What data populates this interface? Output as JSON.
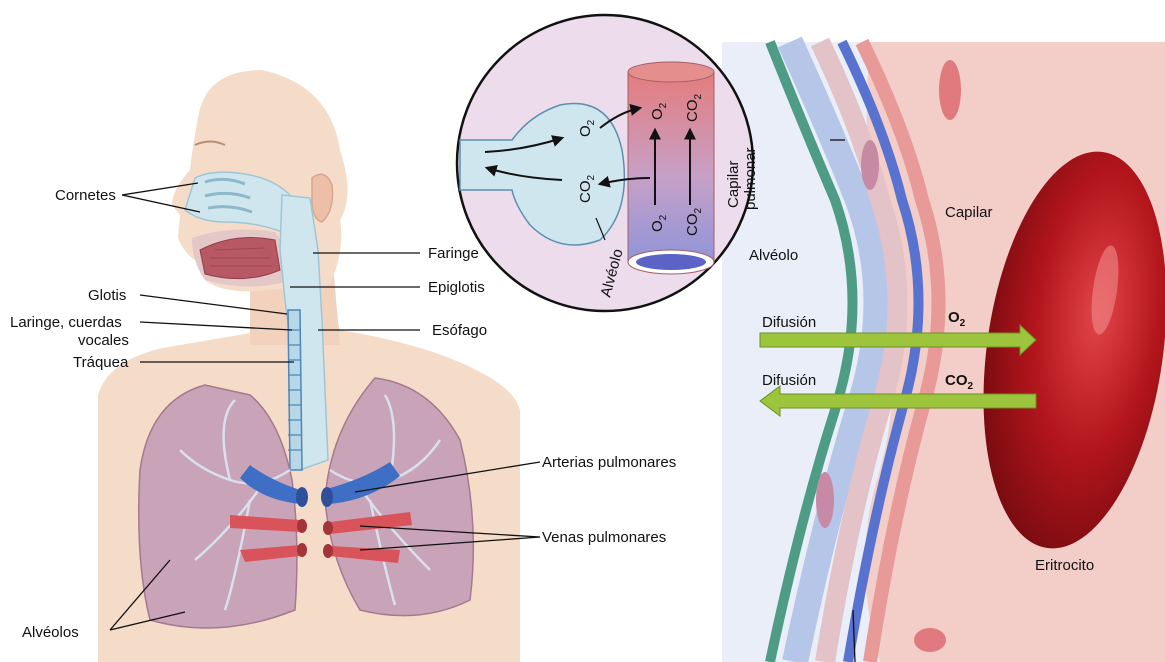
{
  "anatomy_labels": {
    "cornetes": "Cornetes",
    "glotis": "Glotis",
    "laringe_line1": "Laringe, cuerdas",
    "laringe_line2": "vocales",
    "traquea": "Tráquea",
    "faringe": "Faringe",
    "epiglotis": "Epiglotis",
    "esofago": "Esófago",
    "arterias": "Arterias pulmonares",
    "venas": "Venas pulmonares",
    "alveolos": "Alvéolos"
  },
  "inset": {
    "o2_main": "O",
    "o2_sub": "2",
    "co2_main": "CO",
    "co2_sub": "2",
    "capilar_line1": "Capilar",
    "capilar_line2": "pulmonar",
    "alveolo": "Alvéolo"
  },
  "right_panel": {
    "alveolo": "Alvéolo",
    "capilar": "Capilar",
    "eritrocito": "Eritrocito",
    "difusion_1": "Difusión",
    "difusion_2": "Difusión",
    "o2_main": "O",
    "o2_sub": "2",
    "co2_main": "CO",
    "co2_sub": "2"
  },
  "colors": {
    "skin": "#f5dcc9",
    "lung": "#c9a3b8",
    "airway": "#cfe6ef",
    "artery_blue": "#3f6fc4",
    "vein_red": "#d9545a",
    "capillary_pink": "#f0c2bd",
    "erythrocyte": "#b3151c",
    "arrow_green": "#9cc43c",
    "membrane_teal": "#4f9c86"
  }
}
